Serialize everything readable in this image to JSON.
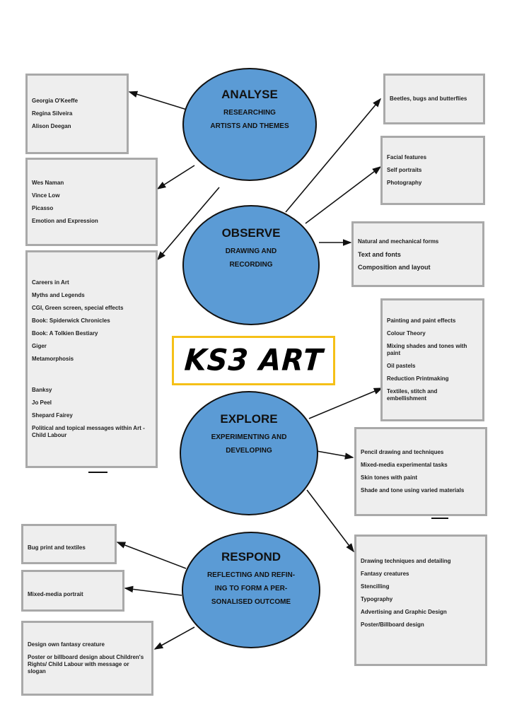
{
  "title": "KS3 ART",
  "colors": {
    "node_fill": "#5b9bd5",
    "box_fill": "#eeeeee",
    "box_border": "#a9a9a9",
    "title_border": "#f5c017"
  },
  "nodes": {
    "analyse": {
      "title": "ANALYSE",
      "subtitle": "RESEARCHING ARTISTS AND THEMES"
    },
    "observe": {
      "title": "OBSERVE",
      "subtitle": "DRAWING AND RECORDING"
    },
    "explore": {
      "title": "EXPLORE",
      "subtitle": "EXPERIMENTING AND DEVELOPING"
    },
    "respond": {
      "title": "RESPOND",
      "subtitle": "REFLECTING AND REFIN-ING TO FORM A PER-SONALISED OUTCOME"
    }
  },
  "boxes": {
    "analyse_1": [
      "Georgia O'Keeffe",
      "Regina Silveira",
      "Alison Deegan"
    ],
    "analyse_2": [
      "Wes Naman",
      "Vince Low",
      "Picasso",
      "Emotion and Expression"
    ],
    "analyse_3": [
      "Careers in Art",
      "Myths and Legends",
      "CGI, Green screen, special effects",
      "Book: Spiderwick Chronicles",
      "Book: A Tolkien Bestiary",
      "Giger",
      "Metamorphosis",
      "",
      "Banksy",
      "Jo Peel",
      "Shepard Fairey",
      "Political and topical messages within Art - Child Labour"
    ],
    "observe_1": [
      "Beetles, bugs and butterflies"
    ],
    "observe_2": [
      "Facial features",
      "Self portraits",
      "Photography"
    ],
    "observe_3": [
      "Natural and mechanical forms",
      "Text and fonts",
      "Composition and layout"
    ],
    "explore_1": [
      "Painting and paint effects",
      "Colour Theory",
      "Mixing shades and tones with paint",
      "Oil pastels",
      "Reduction Printmaking",
      "Textiles, stitch and embellishment"
    ],
    "explore_2": [
      "Pencil drawing and techniques",
      "Mixed-media experimental tasks",
      "Skin tones with paint",
      "Shade and tone using varied materials"
    ],
    "explore_3": [
      "Drawing techniques and detailing",
      "Fantasy creatures",
      "Stencilling",
      "Typography",
      "Advertising and Graphic Design",
      "Poster/Billboard design"
    ],
    "respond_1": [
      "Bug print and textiles"
    ],
    "respond_2": [
      "Mixed-media portrait"
    ],
    "respond_3": [
      "Design own fantasy creature",
      "Poster or billboard design about Children's Rights/ Child Labour with message or slogan"
    ]
  }
}
